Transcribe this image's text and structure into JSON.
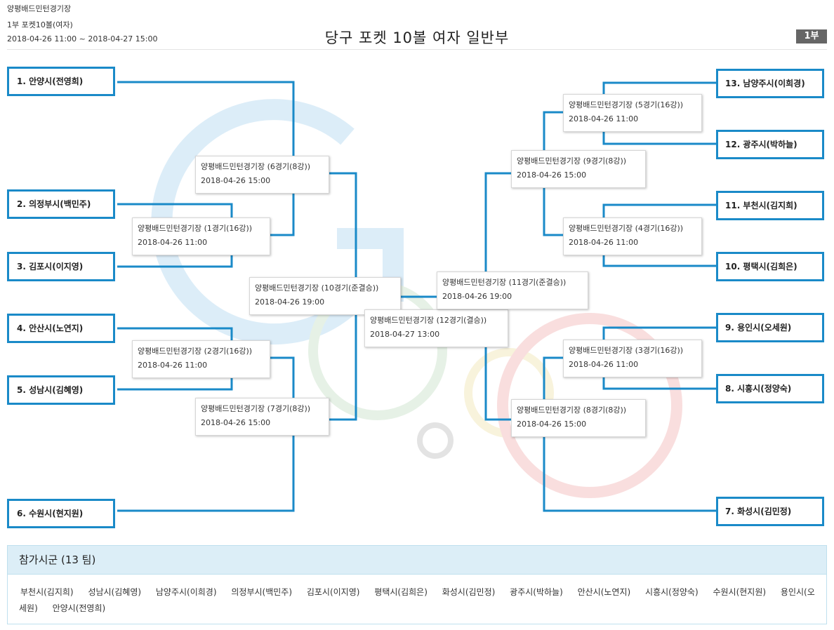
{
  "header": {
    "venue": "양평배드민턴경기장",
    "event": "1부 포켓10볼(여자)",
    "period": "2018-04-26 11:00 ~ 2018-04-27 15:00",
    "title": "당구 포켓 10볼 여자 일반부",
    "division_badge": "1부"
  },
  "colors": {
    "accent": "#1a8ac8",
    "badge_bg": "#666666",
    "panel_head_bg": "#dceef7"
  },
  "teams": [
    {
      "label": "1. 안양시(전영희)"
    },
    {
      "label": "2. 의정부시(백민주)"
    },
    {
      "label": "3. 김포시(이지영)"
    },
    {
      "label": "4. 안산시(노연지)"
    },
    {
      "label": "5. 성남시(김혜영)"
    },
    {
      "label": "6. 수원시(현지원)"
    },
    {
      "label": "13. 남양주시(이희경)"
    },
    {
      "label": "12. 광주시(박하늘)"
    },
    {
      "label": "11. 부천시(김지희)"
    },
    {
      "label": "10. 평택시(김희은)"
    },
    {
      "label": "9. 용인시(오세원)"
    },
    {
      "label": "8. 시흥시(정양숙)"
    },
    {
      "label": "7. 화성시(김민정)"
    }
  ],
  "matches": [
    {
      "title": "양평배드민턴경기장 (6경기(8강))",
      "datetime": "2018-04-26 15:00"
    },
    {
      "title": "양평배드민턴경기장 (1경기(16강))",
      "datetime": "2018-04-26 11:00"
    },
    {
      "title": "양평배드민턴경기장 (2경기(16강))",
      "datetime": "2018-04-26 11:00"
    },
    {
      "title": "양평배드민턴경기장 (7경기(8강))",
      "datetime": "2018-04-26 15:00"
    },
    {
      "title": "양평배드민턴경기장 (10경기(준결승))",
      "datetime": "2018-04-26 19:00"
    },
    {
      "title": "양평배드민턴경기장 (12경기(결승))",
      "datetime": "2018-04-27 13:00"
    },
    {
      "title": "양평배드민턴경기장 (11경기(준결승))",
      "datetime": "2018-04-26 19:00"
    },
    {
      "title": "양평배드민턴경기장 (5경기(16강))",
      "datetime": "2018-04-26 11:00"
    },
    {
      "title": "양평배드민턴경기장 (9경기(8강))",
      "datetime": "2018-04-26 15:00"
    },
    {
      "title": "양평배드민턴경기장 (4경기(16강))",
      "datetime": "2018-04-26 11:00"
    },
    {
      "title": "양평배드민턴경기장 (3경기(16강))",
      "datetime": "2018-04-26 11:00"
    },
    {
      "title": "양평배드민턴경기장 (8경기(8강))",
      "datetime": "2018-04-26 15:00"
    }
  ],
  "participants": {
    "heading": "참가시군 (13 팀)",
    "list": [
      "부천시(김지희)",
      "성남시(김혜영)",
      "남양주시(이희경)",
      "의정부시(백민주)",
      "김포시(이지영)",
      "평택시(김희은)",
      "화성시(김민정)",
      "광주시(박하늘)",
      "안산시(노연지)",
      "시흥시(정양숙)",
      "수원시(현지원)",
      "용인시(오세원)",
      "안양시(전영희)"
    ]
  }
}
